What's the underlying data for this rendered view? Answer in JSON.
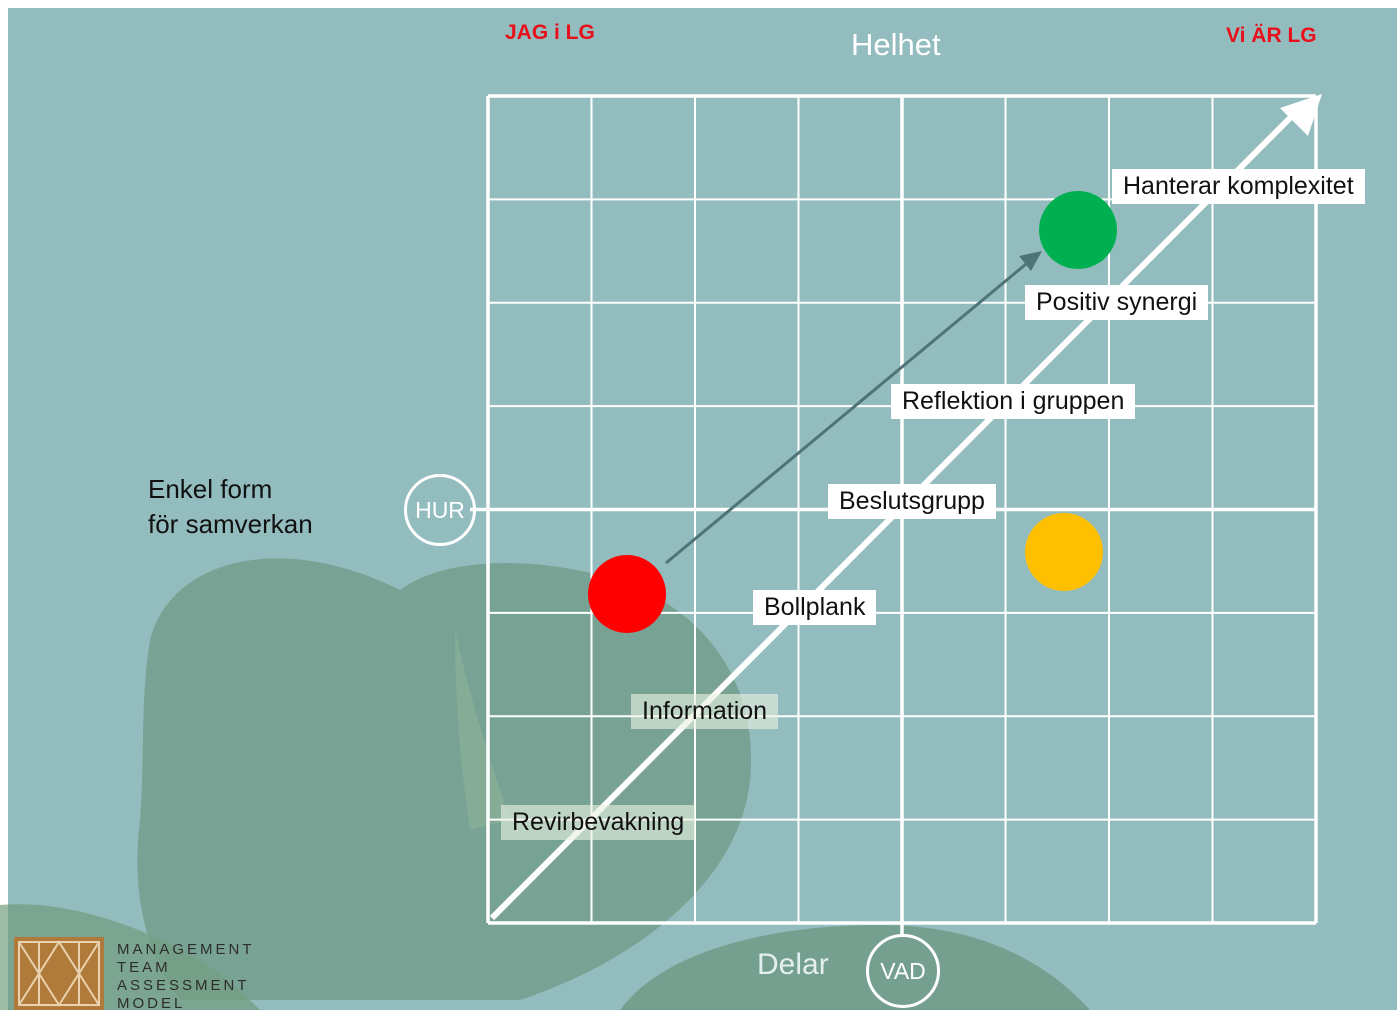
{
  "header": {
    "left_label": "JAG i LG",
    "center_label": "Helhet",
    "right_label": "Vi ÄR LG"
  },
  "left_text": {
    "line1": "Enkel form",
    "line2": "för samverkan"
  },
  "axes": {
    "y_axis_badge": "HUR",
    "x_axis_label": "Delar",
    "x_axis_badge": "VAD"
  },
  "stages": [
    "Revirbevakning",
    "Information",
    "Bollplank",
    "Beslutsgrupp",
    "Reflektion i gruppen",
    "Positiv synergi",
    "Hanterar komplexitet"
  ],
  "markers": [
    {
      "name": "red-marker",
      "color": "#fe0000"
    },
    {
      "name": "green-marker",
      "color": "#00b050"
    },
    {
      "name": "yellow-marker",
      "color": "#ffc000"
    }
  ],
  "colors": {
    "background": "#93bcbf",
    "grid": "#ffffff",
    "accent_red": "#e8101a",
    "progress_arrow": "#4f7478",
    "logo": "#b07a3a"
  },
  "logo": {
    "line1": "MANAGEMENT",
    "line2": "TEAM",
    "line3": "ASSESSMENT",
    "line4": "MODEL"
  }
}
